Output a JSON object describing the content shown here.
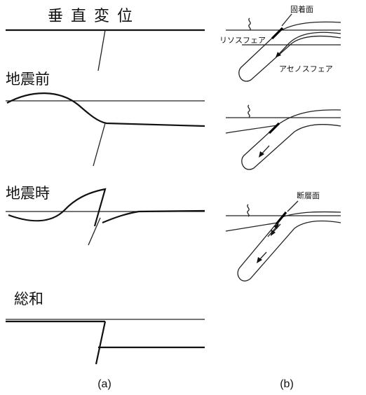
{
  "panel_a": {
    "title_vertical": "垂直変位",
    "title_before": "地震前",
    "title_during": "地震時",
    "title_sum": "総和",
    "caption": "(a)"
  },
  "panel_b": {
    "label_coupling_surface": "固着面",
    "label_lithosphere": "リソスフェア",
    "label_asthenosphere": "アセノスフェア",
    "label_fault_surface": "断層面",
    "caption": "(b)"
  }
}
